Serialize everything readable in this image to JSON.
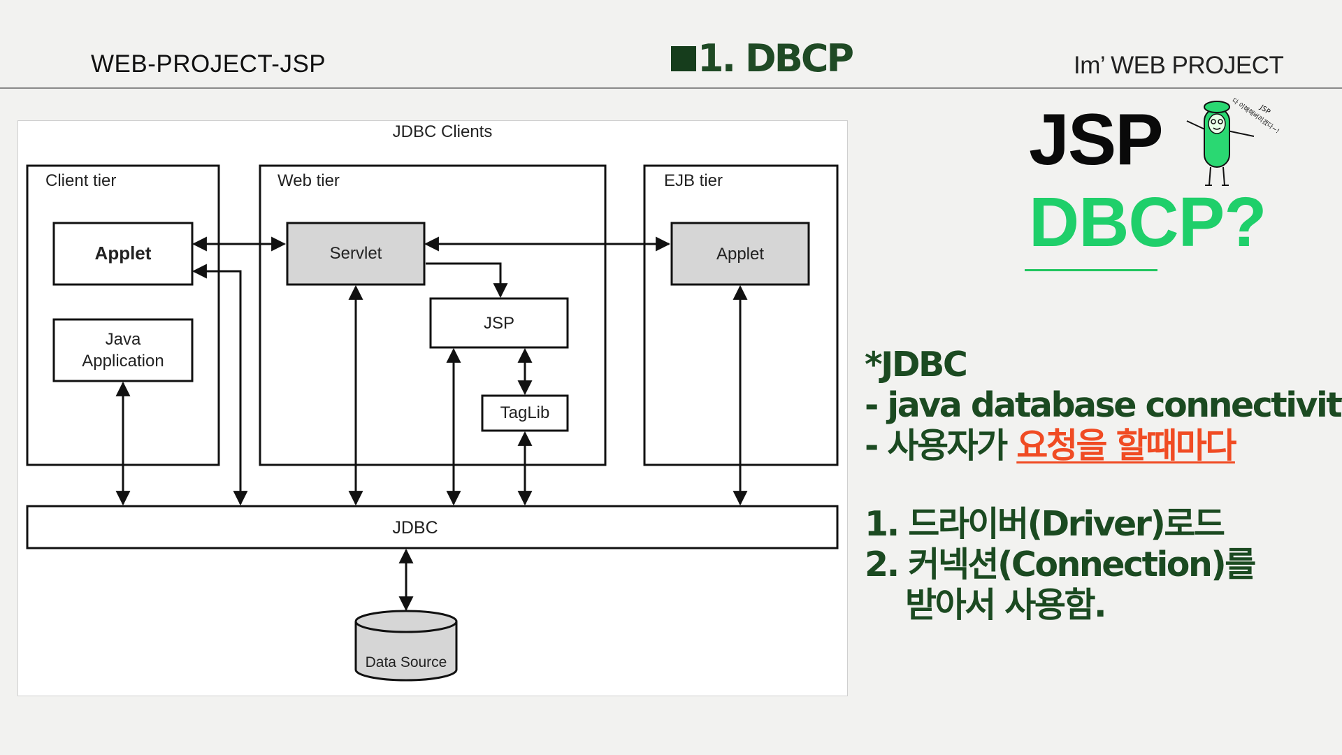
{
  "header": {
    "left": "WEB-PROJECT-JSP",
    "center": "1. DBCP",
    "right": "Im’ WEB PROJECT"
  },
  "diagram": {
    "title": "JDBC Clients",
    "client_tier": {
      "label": "Client tier",
      "applet": "Applet",
      "java_app_line1": "Java",
      "java_app_line2": "Application"
    },
    "web_tier": {
      "label": "Web tier",
      "servlet": "Servlet",
      "jsp": "JSP",
      "taglib": "TagLib"
    },
    "ejb_tier": {
      "label": "EJB tier",
      "applet": "Applet"
    },
    "jdbc": "JDBC",
    "data_source": "Data Source"
  },
  "side": {
    "jsp_title": "JSP",
    "dbcp_title": "DBCP?",
    "mascot_caption_1": "JSP",
    "mascot_caption_2": "다 이해해버리겠다~!",
    "accent_green": "#1fcf6a",
    "text_green": "#1b4a21",
    "highlight_orange": "#f04b23"
  },
  "notes": {
    "heading": "*JDBC",
    "line1": "-  java database connectivity",
    "line2_prefix": "- 사용자가 ",
    "line2_highlight": "요청을 할때마다 ",
    "step1": "1.  드라이버(Driver)로드",
    "step2": "2. 커넥션(Connection)를",
    "step2_cont": "받아서 사용함."
  }
}
